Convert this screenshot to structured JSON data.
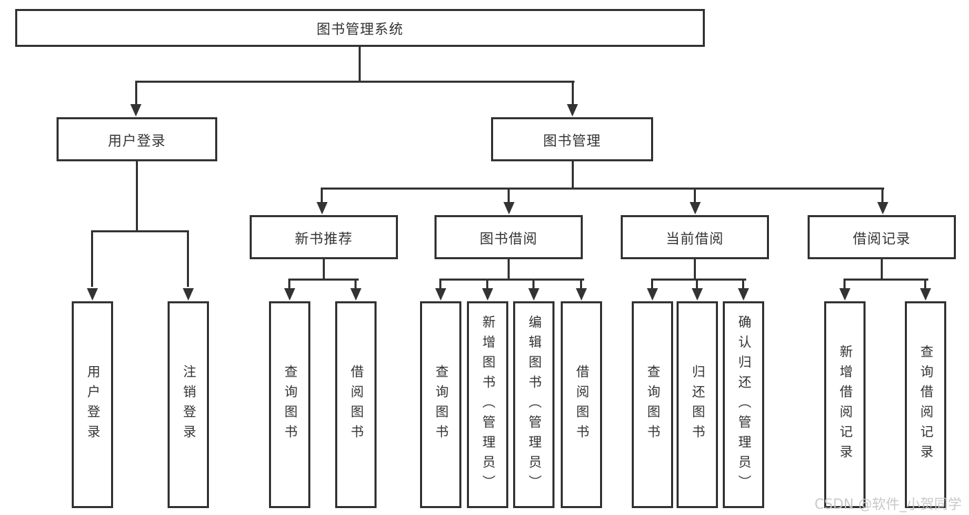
{
  "tree": {
    "label": "图书管理系统",
    "children": [
      {
        "label": "用户登录",
        "children": [
          {
            "label": "用户登录"
          },
          {
            "label": "注销登录"
          }
        ]
      },
      {
        "label": "图书管理",
        "children": [
          {
            "label": "新书推荐",
            "children": [
              {
                "label": "查询图书"
              },
              {
                "label": "借阅图书"
              }
            ]
          },
          {
            "label": "图书借阅",
            "children": [
              {
                "label": "查询图书"
              },
              {
                "label": "新增图书（管理员）"
              },
              {
                "label": "编辑图书（管理员）"
              },
              {
                "label": "借阅图书"
              }
            ]
          },
          {
            "label": "当前借阅",
            "children": [
              {
                "label": "查询图书"
              },
              {
                "label": "归还图书"
              },
              {
                "label": "确认归还（管理员）"
              }
            ]
          },
          {
            "label": "借阅记录",
            "children": [
              {
                "label": "新增借阅记录"
              },
              {
                "label": "查询借阅记录"
              }
            ]
          }
        ]
      }
    ]
  },
  "watermark": {
    "text": "CSDN @软件_小贺同学"
  },
  "colors": {
    "line": "#333333",
    "text": "#333333",
    "box_background": "#ffffff",
    "background": "#ffffff",
    "watermark": "#c6c6c6"
  }
}
